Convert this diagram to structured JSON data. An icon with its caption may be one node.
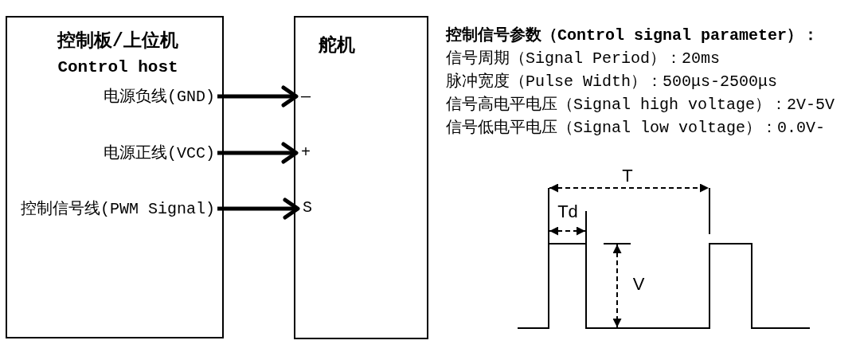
{
  "diagram": {
    "nodes": [
      {
        "text": [
          "控制板/上位机",
          "Control host"
        ]
      },
      {
        "text": [
          "电源负线(GND)"
        ],
        "in": 0
      },
      {
        "text": [
          "电源正线(VCC)"
        ],
        "in": 0
      },
      {
        "text": [
          "控制信号线(PWM Signal)"
        ],
        "in": 0
      },
      {
        "text": [
          "舵机"
        ]
      },
      {
        "text": [
          "—"
        ],
        "in": 4
      },
      {
        "text": [
          "+"
        ],
        "in": 4
      },
      {
        "text": [
          "S"
        ],
        "in": 4
      }
    ],
    "edges": [
      {
        "from": 1,
        "to": 5,
        "arrow": "to"
      },
      {
        "from": 2,
        "to": 6,
        "arrow": "to"
      },
      {
        "from": 3,
        "to": 7,
        "arrow": "to"
      }
    ],
    "labels": [
      "控制信号参数（Control signal parameter）：",
      "信号周期（Signal Period）：20ms",
      "脉冲宽度（Pulse Width）：500μs-2500μs",
      "信号高电平电压（Signal high voltage）：2V-5V",
      "信号低电平电压（Signal low voltage）：0.0V-",
      "T",
      "Td",
      "V"
    ]
  }
}
